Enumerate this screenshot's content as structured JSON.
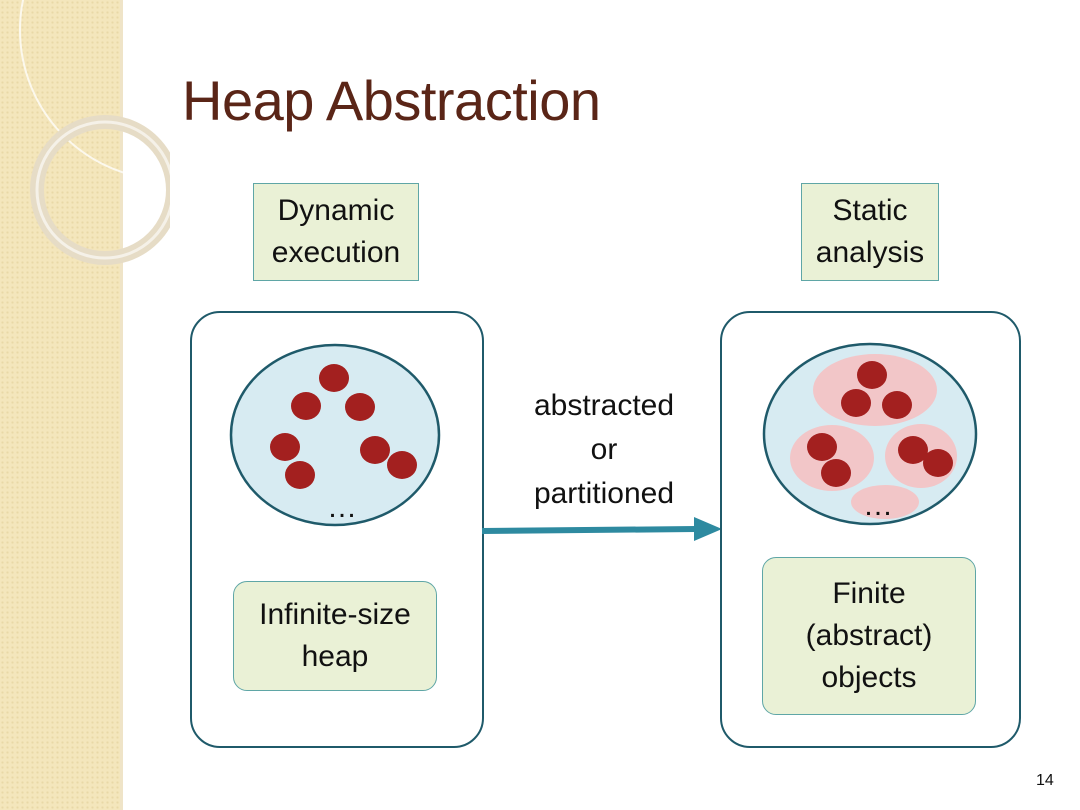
{
  "slide": {
    "title": "Heap Abstraction",
    "page_number": "14"
  },
  "left": {
    "header_line1": "Dynamic",
    "header_line2": "execution",
    "ellipsis": "…",
    "caption_line1": "Infinite-size",
    "caption_line2": "heap"
  },
  "right": {
    "header_line1": "Static",
    "header_line2": "analysis",
    "ellipsis": "…",
    "caption_line1": "Finite",
    "caption_line2": "(abstract)",
    "caption_line3": "objects"
  },
  "arrow": {
    "line1": "abstracted",
    "line2": "or",
    "line3": "partitioned"
  },
  "colors": {
    "title": "#5a2517",
    "object": "#a3201f",
    "heap_fill": "#d7ebf2",
    "heap_stroke": "#1f5a6a",
    "partition_fill": "#f2c6c8",
    "arrow": "#2e8aa0",
    "label_fill": "#eaf1d6",
    "label_stroke": "#5fa6a6"
  }
}
